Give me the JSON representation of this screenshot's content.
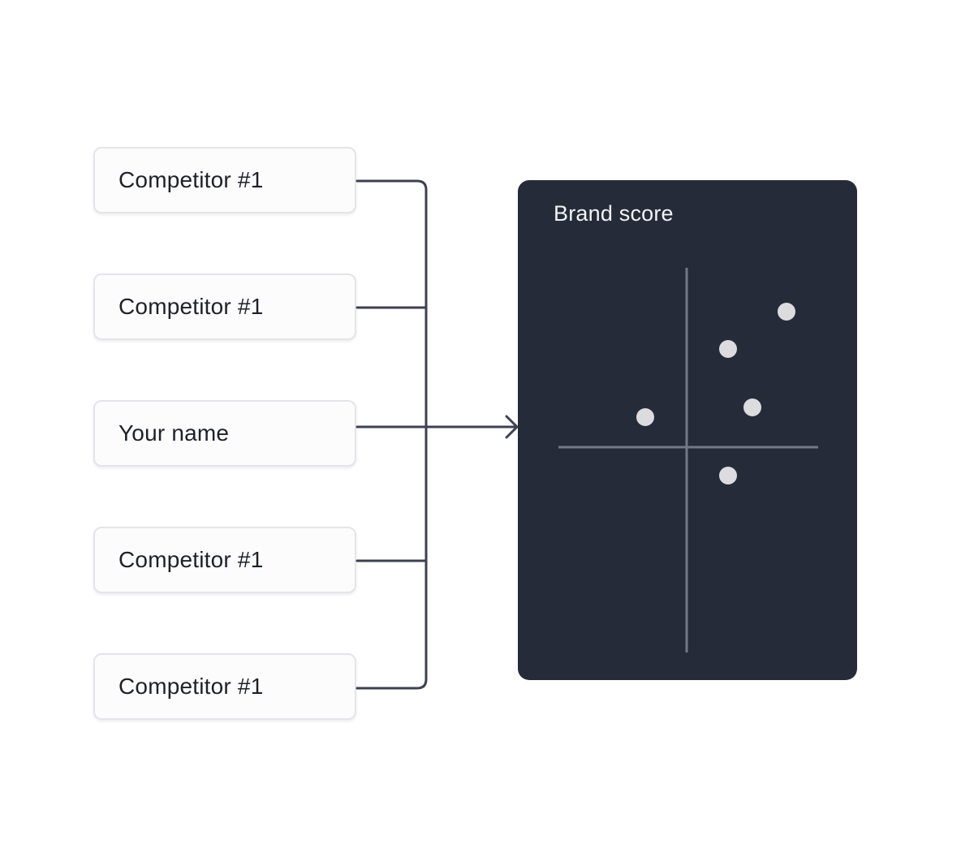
{
  "inputs": [
    {
      "label": "Competitor #1"
    },
    {
      "label": "Competitor #1"
    },
    {
      "label": "Your name"
    },
    {
      "label": "Competitor #1"
    },
    {
      "label": "Competitor #1"
    }
  ],
  "brand_score": {
    "title": "Brand score"
  },
  "colors": {
    "panel_background": "#262b39",
    "connector": "#3d4150",
    "axis": "#737886",
    "point": "#dcdcdf"
  },
  "icons": [
    "arrow-right-icon"
  ]
}
